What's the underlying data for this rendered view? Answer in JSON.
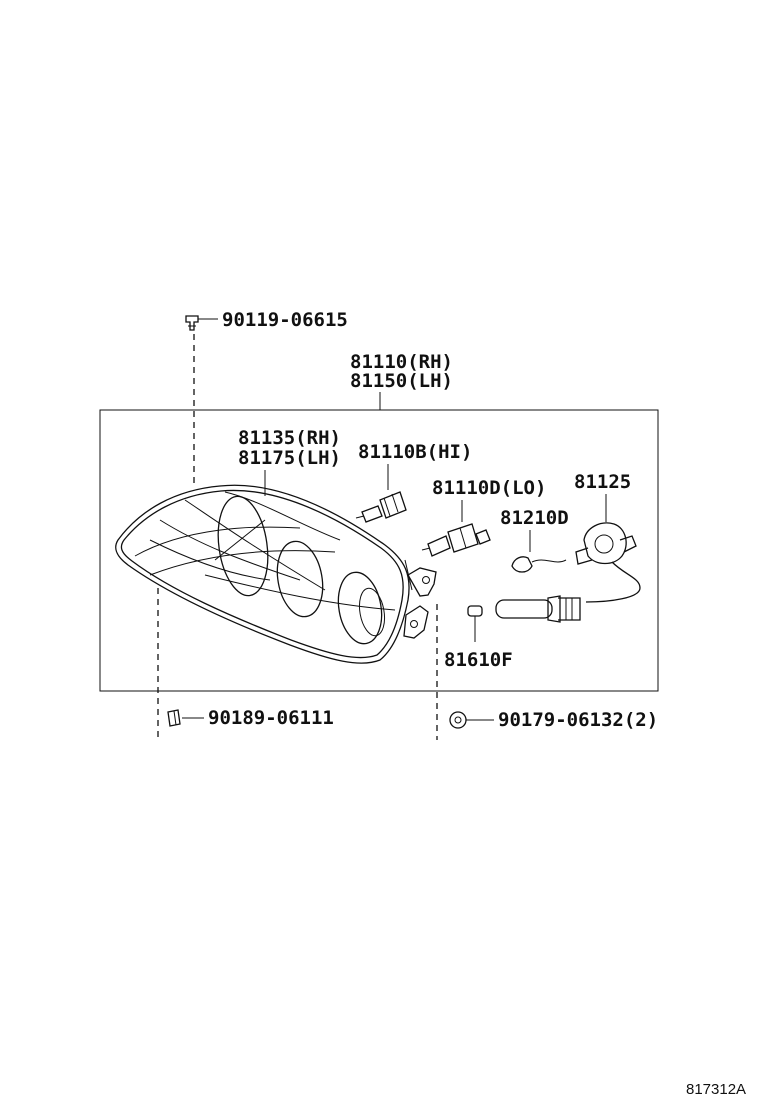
{
  "diagram": {
    "part_numbers": {
      "bolt": "90119-06615",
      "headlamp_assy_rh": "81110(RH)",
      "headlamp_assy_lh": "81150(LH)",
      "lens_rh": "81135(RH)",
      "lens_lh": "81175(LH)",
      "bulb_hi": "81110B(HI)",
      "bulb_lo": "81110D(LO)",
      "socket": "81125",
      "side_bulb": "81210D",
      "marker_bulb": "81610F",
      "clip": "90189-06111",
      "nut": "90179-06132(2)"
    },
    "reference_code": "817312A"
  }
}
